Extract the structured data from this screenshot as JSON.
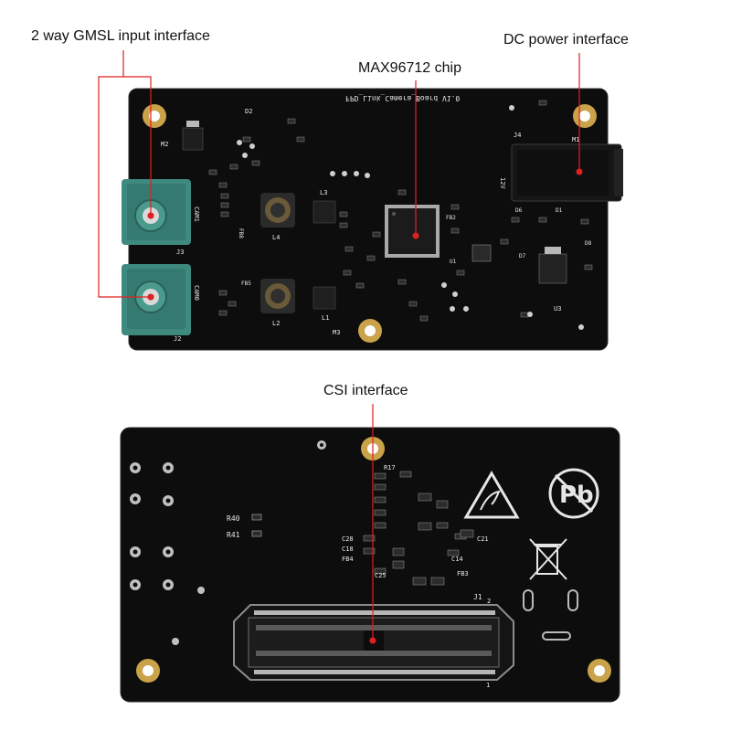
{
  "callouts": {
    "gmsl": "2 way GMSL input interface",
    "chip": "MAX96712 chip",
    "dc": "DC power interface",
    "csi": "CSI interface"
  },
  "silkscreen": {
    "board_name": "FPD_Link_Camera_Board  V1.0",
    "cam1": "CAM1",
    "cam0": "CAM0",
    "j3": "J3",
    "j2": "J2",
    "j4": "J4",
    "m1": "M1",
    "m2": "M2",
    "m3": "M3",
    "v12": "12V",
    "l1": "L1",
    "l2": "L2",
    "l3": "L3",
    "l4": "L4",
    "fb8": "FB8",
    "fb5": "FB5",
    "fb2": "FB2",
    "u1": "U1",
    "u3": "U3",
    "d1": "D1",
    "d2": "D2",
    "d6": "D6",
    "d7": "D7",
    "d8": "D8",
    "r40": "R40",
    "r41": "R41",
    "r17": "R17",
    "c28": "C28",
    "c18": "C18",
    "fb4": "FB4",
    "fb3": "FB3",
    "c21": "C21",
    "c25": "C25",
    "c14": "C14",
    "j1": "J1",
    "pin1": "1",
    "pin2": "2",
    "pb": "Pb"
  },
  "colors": {
    "board": "#0d0d0d",
    "connector": "#3e8a7e",
    "gold": "#c9a24a",
    "callout_line": "#e02020"
  },
  "icons": [
    "esd-warning-icon",
    "lead-free-icon",
    "weee-bin-icon"
  ]
}
